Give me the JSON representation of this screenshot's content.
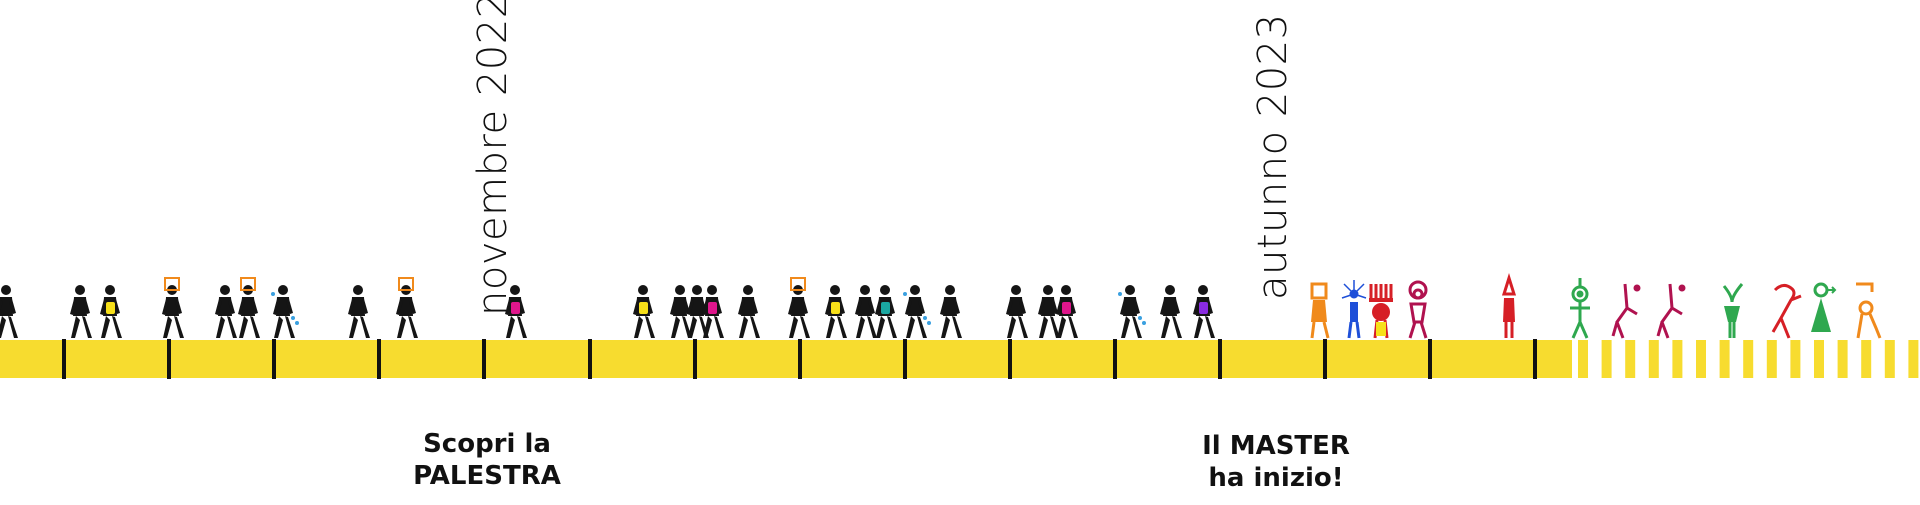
{
  "timeline": {
    "bar_color": "#f7dc2f",
    "tick_color": "#111111",
    "figure_color": "#151515",
    "tick_count": 15,
    "dashed_segments": 16
  },
  "milestones": [
    {
      "date_label": "novembre 2022",
      "event_line1": "Scopri la",
      "event_line2": "PALESTRA"
    },
    {
      "date_label": "autunno  2023",
      "event_line1": "Il MASTER",
      "event_line2": "ha inizio!"
    }
  ],
  "accent_colors": [
    "#f7e019",
    "#e0168c",
    "#8a2be2",
    "#1aa7a1",
    "#1e4fd8",
    "#f08a1c",
    "#2fa84f",
    "#b0124f",
    "#d61f26",
    "#3aa0e0"
  ]
}
